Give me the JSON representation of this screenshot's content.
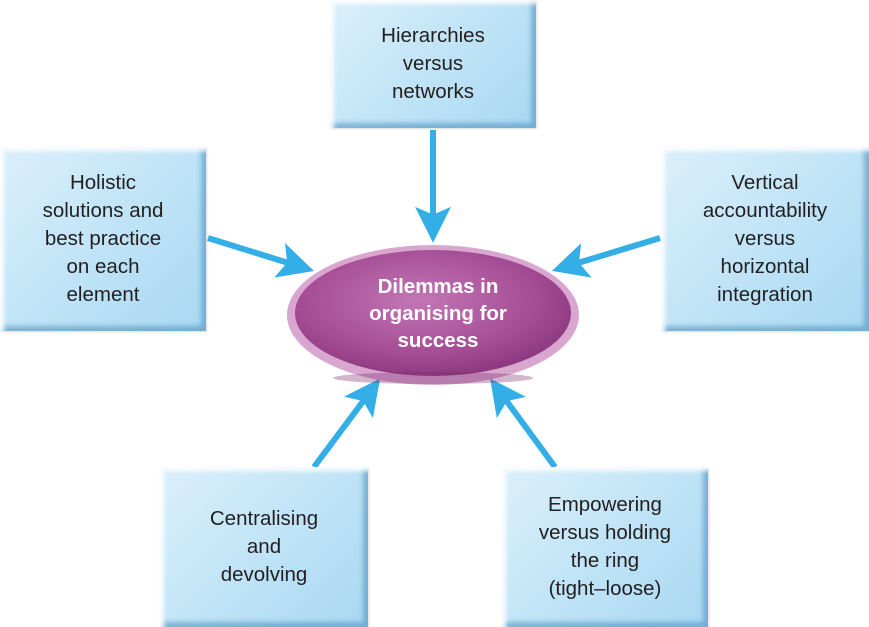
{
  "center": {
    "label": "Dilemmas in\norganising for\nsuccess"
  },
  "boxes": {
    "top": "Hierarchies\nversus\nnetworks",
    "left": "Holistic\nsolutions and\nbest practice\non each\nelement",
    "right": "Vertical\naccountability\nversus\nhorizontal\nintegration",
    "bottom_left": "Centralising\nand\ndevolving",
    "bottom_right": "Empowering\nversus holding\nthe ring\n(tight–loose)"
  },
  "colors": {
    "box_fill": "#c3e5f7",
    "ellipse_fill": "#b0569f",
    "ellipse_rim": "#d9a6cf",
    "arrow": "#34aee6",
    "text": "#231f20"
  }
}
